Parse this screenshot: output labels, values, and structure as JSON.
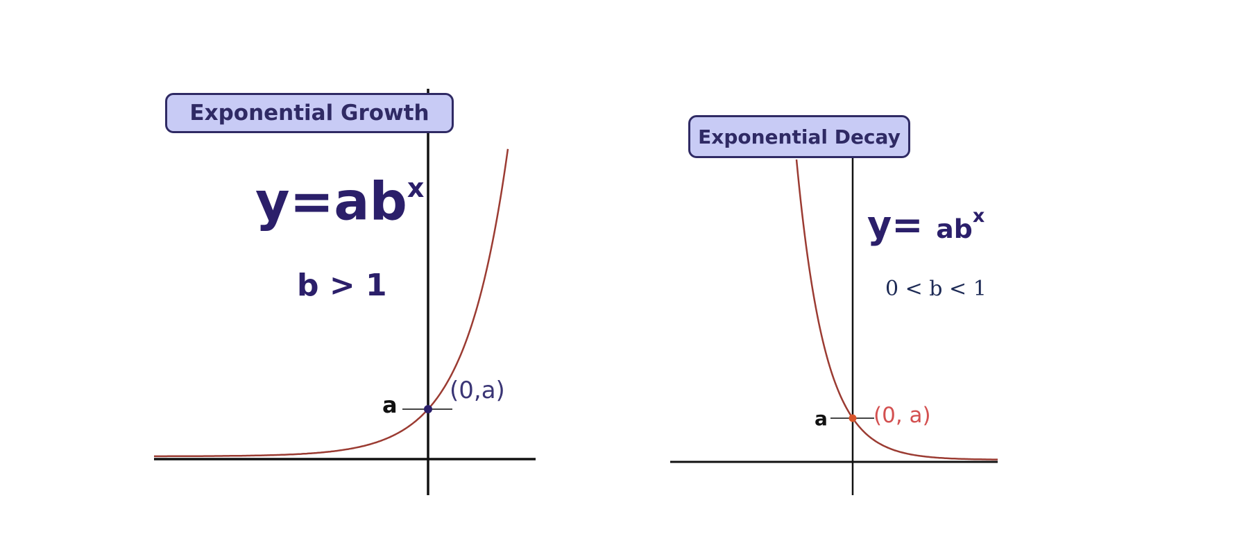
{
  "growth": {
    "title": "Exponential Growth",
    "equation_base": "y=ab",
    "equation_exponent": "x",
    "condition": "b > 1",
    "intercept_label": "a",
    "point_label": "(0,a)"
  },
  "decay": {
    "title": "Exponential Decay",
    "equation_base": "y= ",
    "equation_ab": "ab",
    "equation_exponent": "x",
    "condition": "0 < b < 1",
    "intercept_label": "a",
    "point_label": "(0, a)"
  },
  "colors": {
    "curve": "#9b3b32",
    "axis": "#111111",
    "title_fill": "#c8cbf5",
    "title_text": "#2f2a64",
    "growth_point": "#2b1f6a",
    "decay_point": "#d9552b"
  }
}
